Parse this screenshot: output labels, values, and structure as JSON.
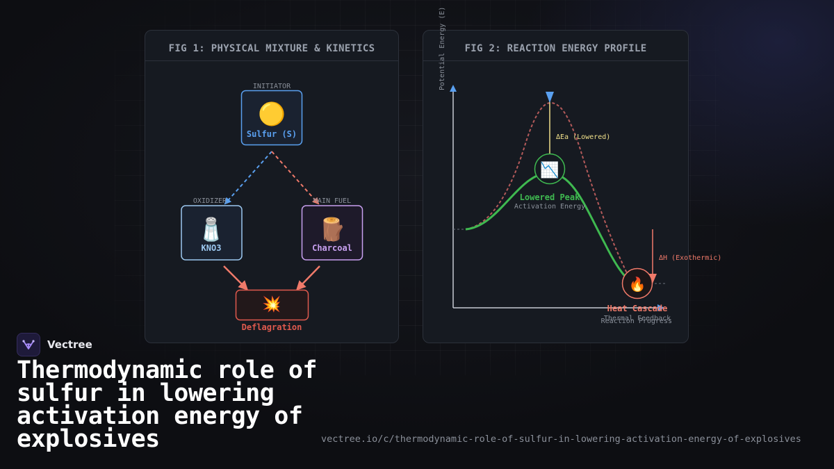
{
  "fig1": {
    "title": "FIG 1: PHYSICAL MIXTURE & KINETICS",
    "initiator": {
      "tag": "INITIATOR",
      "icon": "🟡",
      "label": "Sulfur (S)"
    },
    "oxidizer": {
      "tag": "OXIDIZER",
      "icon": "🧂",
      "label": "KNO3"
    },
    "fuel": {
      "tag": "MAIN FUEL",
      "icon": "🪵",
      "label": "Charcoal"
    },
    "result": {
      "icon": "💥",
      "label": "Deflagration"
    }
  },
  "fig2": {
    "title": "FIG 2: REACTION ENERGY PROFILE",
    "y_axis_label": "Potential Energy (E)",
    "x_axis_label": "Reaction Progress",
    "delta_ea_label": "ΔEa (Lowered)",
    "delta_h_label": "ΔH (Exothermic)",
    "peak": {
      "icon": "📉",
      "label": "Lowered Peak",
      "sublabel": "Activation Energy"
    },
    "product": {
      "icon": "🔥",
      "label": "Heat Cascade",
      "sublabel": "Thermal Feedback"
    }
  },
  "brand": {
    "name": "Vectree"
  },
  "headline": "Thermodynamic role of sulfur in lowering activation energy of explosives",
  "url": "vectree.io/c/thermodynamic-role-of-sulfur-in-lowering-activation-energy-of-explosives",
  "colors": {
    "accent_blue": "#5aa0f0",
    "accent_red": "#f07a6a",
    "lowered_curve": "#3fb950",
    "original_curve": "#b45a5a",
    "delta_ea": "#f0e08a",
    "fuel_purple": "#c8a0f0",
    "oxidizer_blue": "#9cc8f0"
  }
}
